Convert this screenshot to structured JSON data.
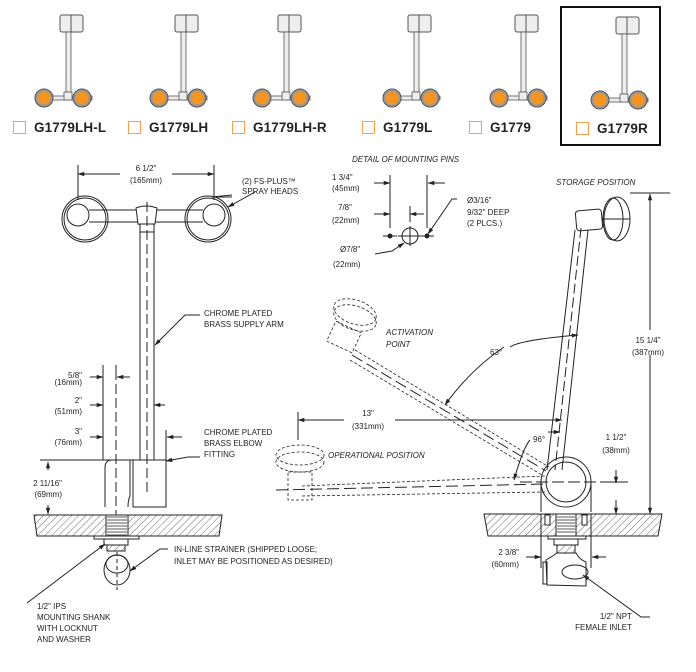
{
  "colors": {
    "accent_orange": "#f5941f",
    "checkbox_border": "#f2a24a",
    "line": "#222222",
    "selected_border": "#111111"
  },
  "models": [
    {
      "label": "G1779LH-L",
      "checked": false,
      "selected": false
    },
    {
      "label": "G1779LH",
      "checked": false,
      "selected": false
    },
    {
      "label": "G1779LH-R",
      "checked": false,
      "selected": false
    },
    {
      "label": "G1779L",
      "checked": false,
      "selected": false
    },
    {
      "label": "G1779",
      "checked": false,
      "selected": false
    },
    {
      "label": "G1779R",
      "checked": false,
      "selected": true
    }
  ],
  "front_view": {
    "width_dim": {
      "imperial": "6 1/2\"",
      "metric": "(165mm)"
    },
    "spray_heads": [
      "(2) FS-PLUS™",
      "SPRAY HEADS"
    ],
    "supply_arm": [
      "CHROME PLATED",
      "BRASS SUPPLY ARM"
    ],
    "dim_5_8": {
      "imperial": "5/8\"",
      "metric": "(16mm)"
    },
    "dim_2": {
      "imperial": "2\"",
      "metric": "(51mm)"
    },
    "dim_3": {
      "imperial": "3\"",
      "metric": "(76mm)"
    },
    "elbow": [
      "CHROME PLATED",
      "BRASS ELBOW",
      "FITTING"
    ],
    "dim_2_11_16": {
      "imperial": "2 11/16\"",
      "metric": "(69mm)"
    },
    "strainer": [
      "IN-LINE STRAINER (SHIPPED LOOSE;",
      "INLET MAY BE POSITIONED AS DESIRED)"
    ],
    "shank": [
      "1/2\" IPS",
      "MOUNTING SHANK",
      "WITH LOCKNUT",
      "AND WASHER"
    ]
  },
  "mounting_pins": {
    "title": "DETAIL OF MOUNTING PINS",
    "dim_1_3_4": {
      "imperial": "1 3/4\"",
      "metric": "(45mm)"
    },
    "dim_7_8": {
      "imperial": "7/8\"",
      "metric": "(22mm)"
    },
    "hole": [
      "Ø3/16\"",
      "9/32\" DEEP",
      "(2 PLCS.)"
    ],
    "dia_7_8": {
      "imperial": "Ø7/8\"",
      "metric": "(22mm)"
    }
  },
  "side_view": {
    "storage": "STORAGE POSITION",
    "activation": [
      "ACTIVATION",
      "POINT"
    ],
    "operational": "OPERATIONAL POSITION",
    "angle_63": "63°",
    "angle_96": "96°",
    "dim_13": {
      "imperial": "13\"",
      "metric": "(331mm)"
    },
    "dim_15_1_4": {
      "imperial": "15 1/4\"",
      "metric": "(387mm)"
    },
    "dim_1_1_2": {
      "imperial": "1 1/2\"",
      "metric": "(38mm)"
    },
    "dim_2_3_8": {
      "imperial": "2 3/8\"",
      "metric": "(60mm)"
    },
    "inlet": [
      "1/2\" NPT",
      "FEMALE INLET"
    ]
  }
}
